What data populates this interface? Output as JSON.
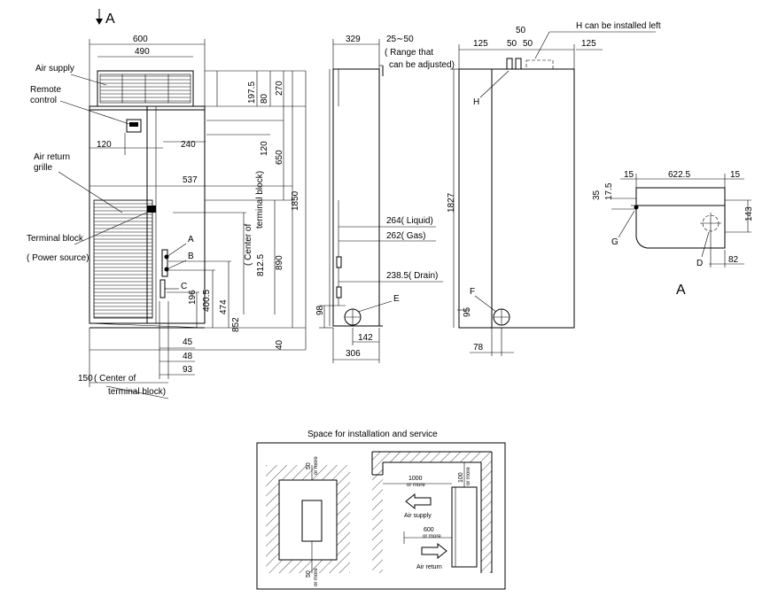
{
  "front_view": {
    "view_marker": "A",
    "dim_width_overall": "600",
    "dim_width_top": "490",
    "dim_top_section": "197.5",
    "dim_80": "80",
    "dim_270": "270",
    "dim_120_left": "120",
    "dim_240": "240",
    "dim_120_vert": "120",
    "dim_650": "650",
    "dim_537": "537",
    "dim_1850": "1850",
    "dim_890": "890",
    "dim_812_5": "812.5",
    "dim_center_terminal_v": "( Center of",
    "dim_center_terminal_v2": "terminal block)",
    "dim_852": "852",
    "dim_474": "474",
    "dim_400_5": "400.5",
    "dim_196": "196",
    "dim_40": "40",
    "dim_45": "45",
    "dim_48": "48",
    "dim_93": "93",
    "dim_150": "150",
    "dim_150_label_1": "( Center of",
    "dim_150_label_2": "terminal block)",
    "label_air_supply": "Air supply",
    "label_remote_1": "Remote",
    "label_remote_2": "control",
    "label_air_return_1": "Air return",
    "label_air_return_2": "grille",
    "label_terminal_1": "Terminal block",
    "label_terminal_2": "( Power source)",
    "label_A": "A",
    "label_B": "B",
    "label_C": "C"
  },
  "side_view": {
    "dim_329": "329",
    "dim_25_50": "25∼50",
    "note_range_1": "( Range that",
    "note_range_2": "can be adjusted)",
    "dim_264": "264( Liquid)",
    "dim_262": "262( Gas)",
    "dim_238_5": "238.5( Drain)",
    "dim_98": "98",
    "dim_142": "142",
    "dim_306": "306",
    "label_E": "E"
  },
  "back_view": {
    "dim_50_top": "50",
    "note_h": "H can be installed left",
    "dim_125_left": "125",
    "dim_50_a": "50",
    "dim_50_b": "50",
    "dim_125_right": "125",
    "label_H": "H",
    "dim_1827": "1827",
    "label_F": "F",
    "dim_95": "95",
    "dim_78": "78"
  },
  "view_a": {
    "dim_15_left": "15",
    "dim_622_5": "622.5",
    "dim_15_right": "15",
    "dim_35": "35",
    "dim_17_5": "17.5",
    "dim_143": "143",
    "label_G": "G",
    "label_D": "D",
    "dim_82": "82",
    "view_title": "A"
  },
  "service_space": {
    "title": "Space for installation and service",
    "dim_50_top": "50",
    "or_more_top": "or more",
    "dim_50_bottom": "50",
    "or_more_bottom": "or more",
    "dim_1000": "1000",
    "or_more_1000": "or more",
    "dim_100": "100",
    "or_more_100": "or more",
    "label_air_supply": "Air supply",
    "dim_600": "600",
    "or_more_600": "or more",
    "label_air_return": "Air return"
  }
}
